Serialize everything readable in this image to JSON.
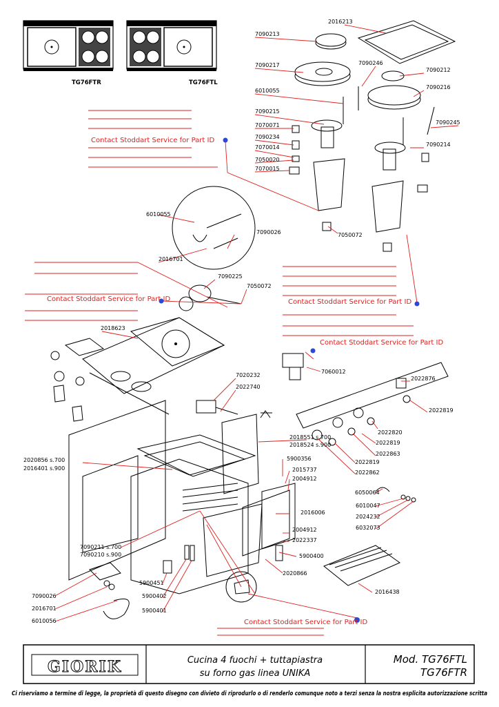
{
  "models": {
    "left": "TG76FTR",
    "right": "TG76FTL"
  },
  "contact_text": "Contact Stoddart Service for Part ID",
  "parts": [
    "2016213",
    "7090213",
    "7090217",
    "7090246",
    "7090212",
    "7090216",
    "6010055",
    "7090215",
    "7070071",
    "7090234",
    "7070014",
    "7050020",
    "7070015",
    "7090245",
    "7090214",
    "7050072",
    "6010055",
    "7090026",
    "2016701",
    "7090225",
    "7050072",
    "2018623",
    "7060012",
    "7020232",
    "2022740",
    "2022876",
    "2022819",
    "2022820",
    "2022819",
    "2022863",
    "2022819",
    "2022862",
    "2018551 s.700",
    "2018524 s.900",
    "2020856 s.700",
    "2016401 s.900",
    "5900356",
    "2015737",
    "2004912",
    "6050064",
    "2016006",
    "6010047",
    "2024232",
    "6032073",
    "2004912",
    "2022337",
    "7090211 s.700",
    "7090210 s.900",
    "5900400",
    "2020866",
    "7090026",
    "5900451",
    "5900402",
    "2016438",
    "2016701",
    "5900401",
    "6010056"
  ],
  "title_block": {
    "logo": "GIORIK",
    "description_line1": "Cucina 4 fuochi + tuttapiastra",
    "description_line2": "su forno gas linea UNIKA",
    "model_line1": "Mod. TG76FTL",
    "model_line2": "TG76FTR"
  },
  "footer": "Ci riserviamo a termine di legge, la proprietà di questo disegno con divieto di riprodurlo o di renderlo comunque noto a terzi senza la nostra esplicita autorizzazione scritta"
}
